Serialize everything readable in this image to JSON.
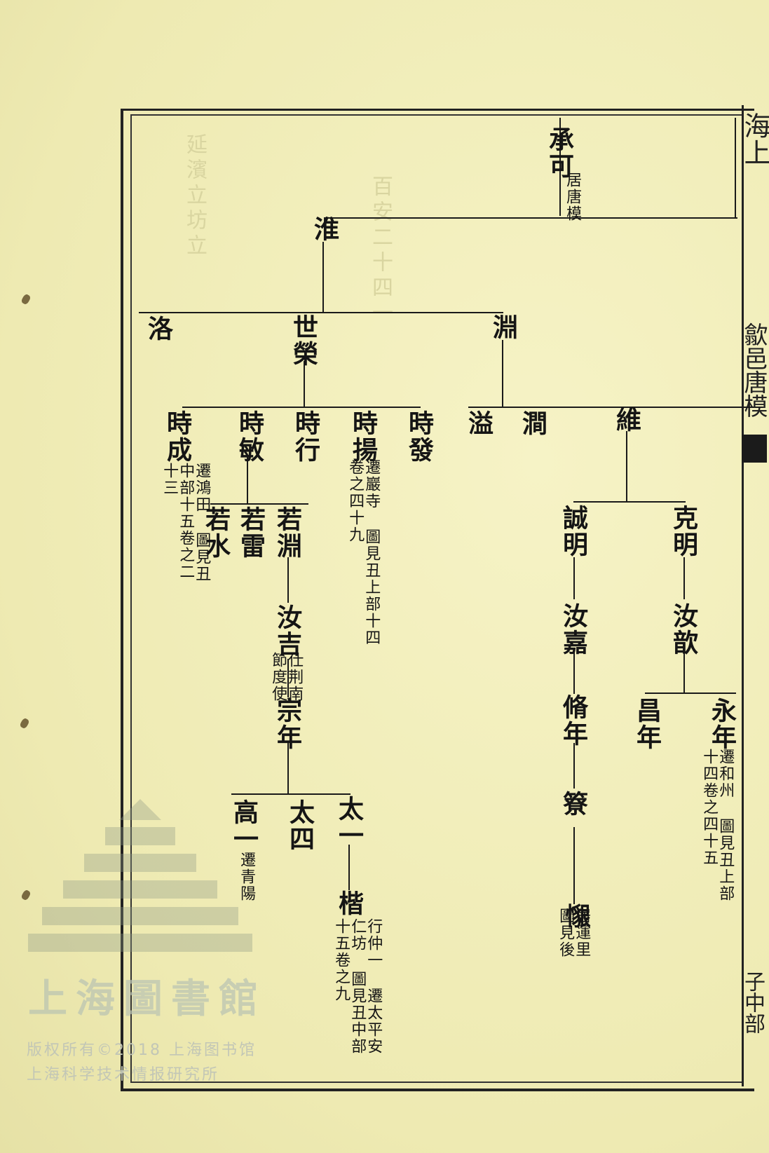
{
  "margin": {
    "top": "海上",
    "mid": "歙邑唐模",
    "bottom": "子中部"
  },
  "persons": [
    {
      "key": "chengke",
      "name": "承可",
      "note": "居唐模"
    },
    {
      "key": "huai",
      "name": "淮",
      "note": ""
    },
    {
      "key": "luo",
      "name": "洛",
      "note": ""
    },
    {
      "key": "shirong",
      "name": "世榮",
      "note": ""
    },
    {
      "key": "yuan",
      "name": "淵",
      "note": ""
    },
    {
      "key": "shicheng",
      "name": "時成",
      "note": "遷鴻田 圖見丑中部十五卷之二十三"
    },
    {
      "key": "shimin",
      "name": "時敏",
      "note": ""
    },
    {
      "key": "shixing",
      "name": "時行",
      "note": ""
    },
    {
      "key": "shiyang",
      "name": "時揚",
      "note": "遷巖寺 圖見丑上部十四卷之四十九"
    },
    {
      "key": "shifa",
      "name": "時發",
      "note": ""
    },
    {
      "key": "yi",
      "name": "溢",
      "note": ""
    },
    {
      "key": "jian",
      "name": "澗",
      "note": ""
    },
    {
      "key": "wei",
      "name": "維",
      "note": ""
    },
    {
      "key": "ruoshui",
      "name": "若水",
      "note": ""
    },
    {
      "key": "ruolei",
      "name": "若雷",
      "note": ""
    },
    {
      "key": "ruoyuan",
      "name": "若淵",
      "note": ""
    },
    {
      "key": "chengming",
      "name": "誠明",
      "note": ""
    },
    {
      "key": "keming",
      "name": "克明",
      "note": ""
    },
    {
      "key": "ruji",
      "name": "汝吉",
      "note": "仕荆南節度使"
    },
    {
      "key": "rujia",
      "name": "汝嘉",
      "note": ""
    },
    {
      "key": "ruxin",
      "name": "汝歆",
      "note": ""
    },
    {
      "key": "zongnian",
      "name": "宗年",
      "note": ""
    },
    {
      "key": "younian",
      "name": "脩年",
      "note": ""
    },
    {
      "key": "changnian",
      "name": "昌年",
      "note": ""
    },
    {
      "key": "yongnian",
      "name": "永年",
      "note": "遷和州 圖見丑上部十四卷之四十五"
    },
    {
      "key": "gaoyi",
      "name": "高一",
      "note": "遷青陽"
    },
    {
      "key": "taisi",
      "name": "太四",
      "note": ""
    },
    {
      "key": "taiyi",
      "name": "太一",
      "note": ""
    },
    {
      "key": "ye",
      "name": "簝",
      "note": ""
    },
    {
      "key": "kai",
      "name": "楷",
      "note": "行仲一 遷太平安仁坊 圖見丑中部十五卷之九"
    },
    {
      "key": "jie",
      "name": "𢢽",
      "note": "居運里 圖見後"
    }
  ],
  "watermark": {
    "library": "上海圖書館",
    "rights": "版权所有©2018 上海图书馆",
    "institute": "上海科学技术情报研究所"
  }
}
